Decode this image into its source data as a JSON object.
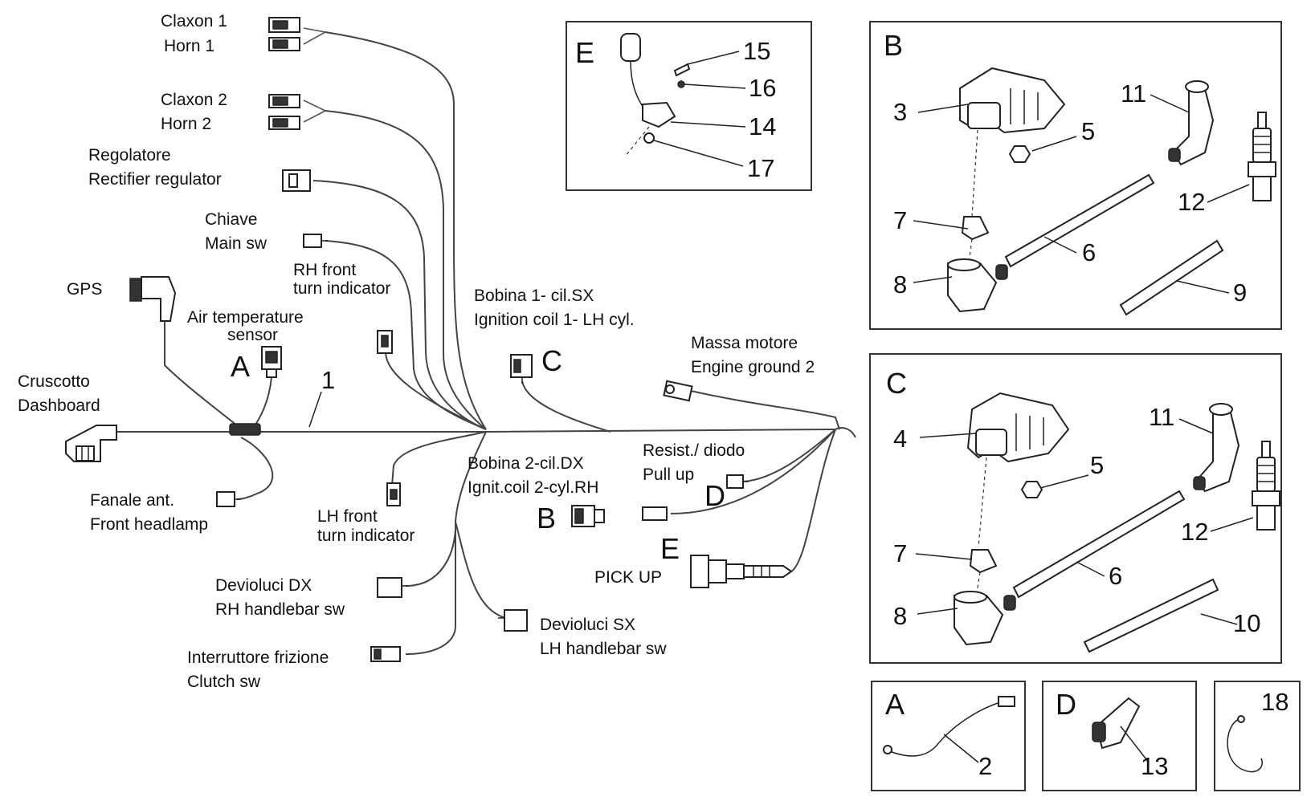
{
  "labels": {
    "claxon1": "Claxon 1",
    "horn1": "Horn 1",
    "claxon2": "Claxon 2",
    "horn2": "Horn 2",
    "regolatore": "Regolatore",
    "rectifier": "Rectifier regulator",
    "chiave": "Chiave",
    "main_sw": "Main sw",
    "rh_front": "RH front",
    "rh_turn": "turn indicator",
    "gps": "GPS",
    "air_temp": "Air temperature",
    "sensor": "sensor",
    "cruscotto": "Cruscotto",
    "dashboard": "Dashboard",
    "fanale": "Fanale ant.",
    "front_headlamp": "Front headlamp",
    "lh_front": "LH front",
    "lh_turn": "turn indicator",
    "bobina1": "Bobina 1- cil.SX",
    "ignition1": "Ignition coil 1- LH cyl.",
    "massa": "Massa motore",
    "engine_ground": "Engine ground 2",
    "resist": "Resist./ diodo",
    "pull_up": "Pull up",
    "bobina2": "Bobina 2-cil.DX",
    "ignit2": "Ignit.coil 2-cyl.RH",
    "pick_up": "PICK UP",
    "devioluci_dx": "Devioluci DX",
    "rh_handlebar": "RH handlebar sw",
    "devioluci_sx": "Devioluci SX",
    "lh_handlebar": "LH handlebar sw",
    "interruttore": "Interruttore frizione",
    "clutch": "Clutch sw"
  },
  "callouts": {
    "A": "A",
    "B": "B",
    "C": "C",
    "D": "D",
    "E": "E",
    "n1": "1",
    "n2": "2",
    "n3": "3",
    "n4": "4",
    "n5": "5",
    "n6": "6",
    "n7": "7",
    "n8": "8",
    "n9": "9",
    "n10": "10",
    "n11": "11",
    "n12": "12",
    "n13": "13",
    "n14": "14",
    "n15": "15",
    "n16": "16",
    "n17": "17",
    "n18": "18"
  }
}
